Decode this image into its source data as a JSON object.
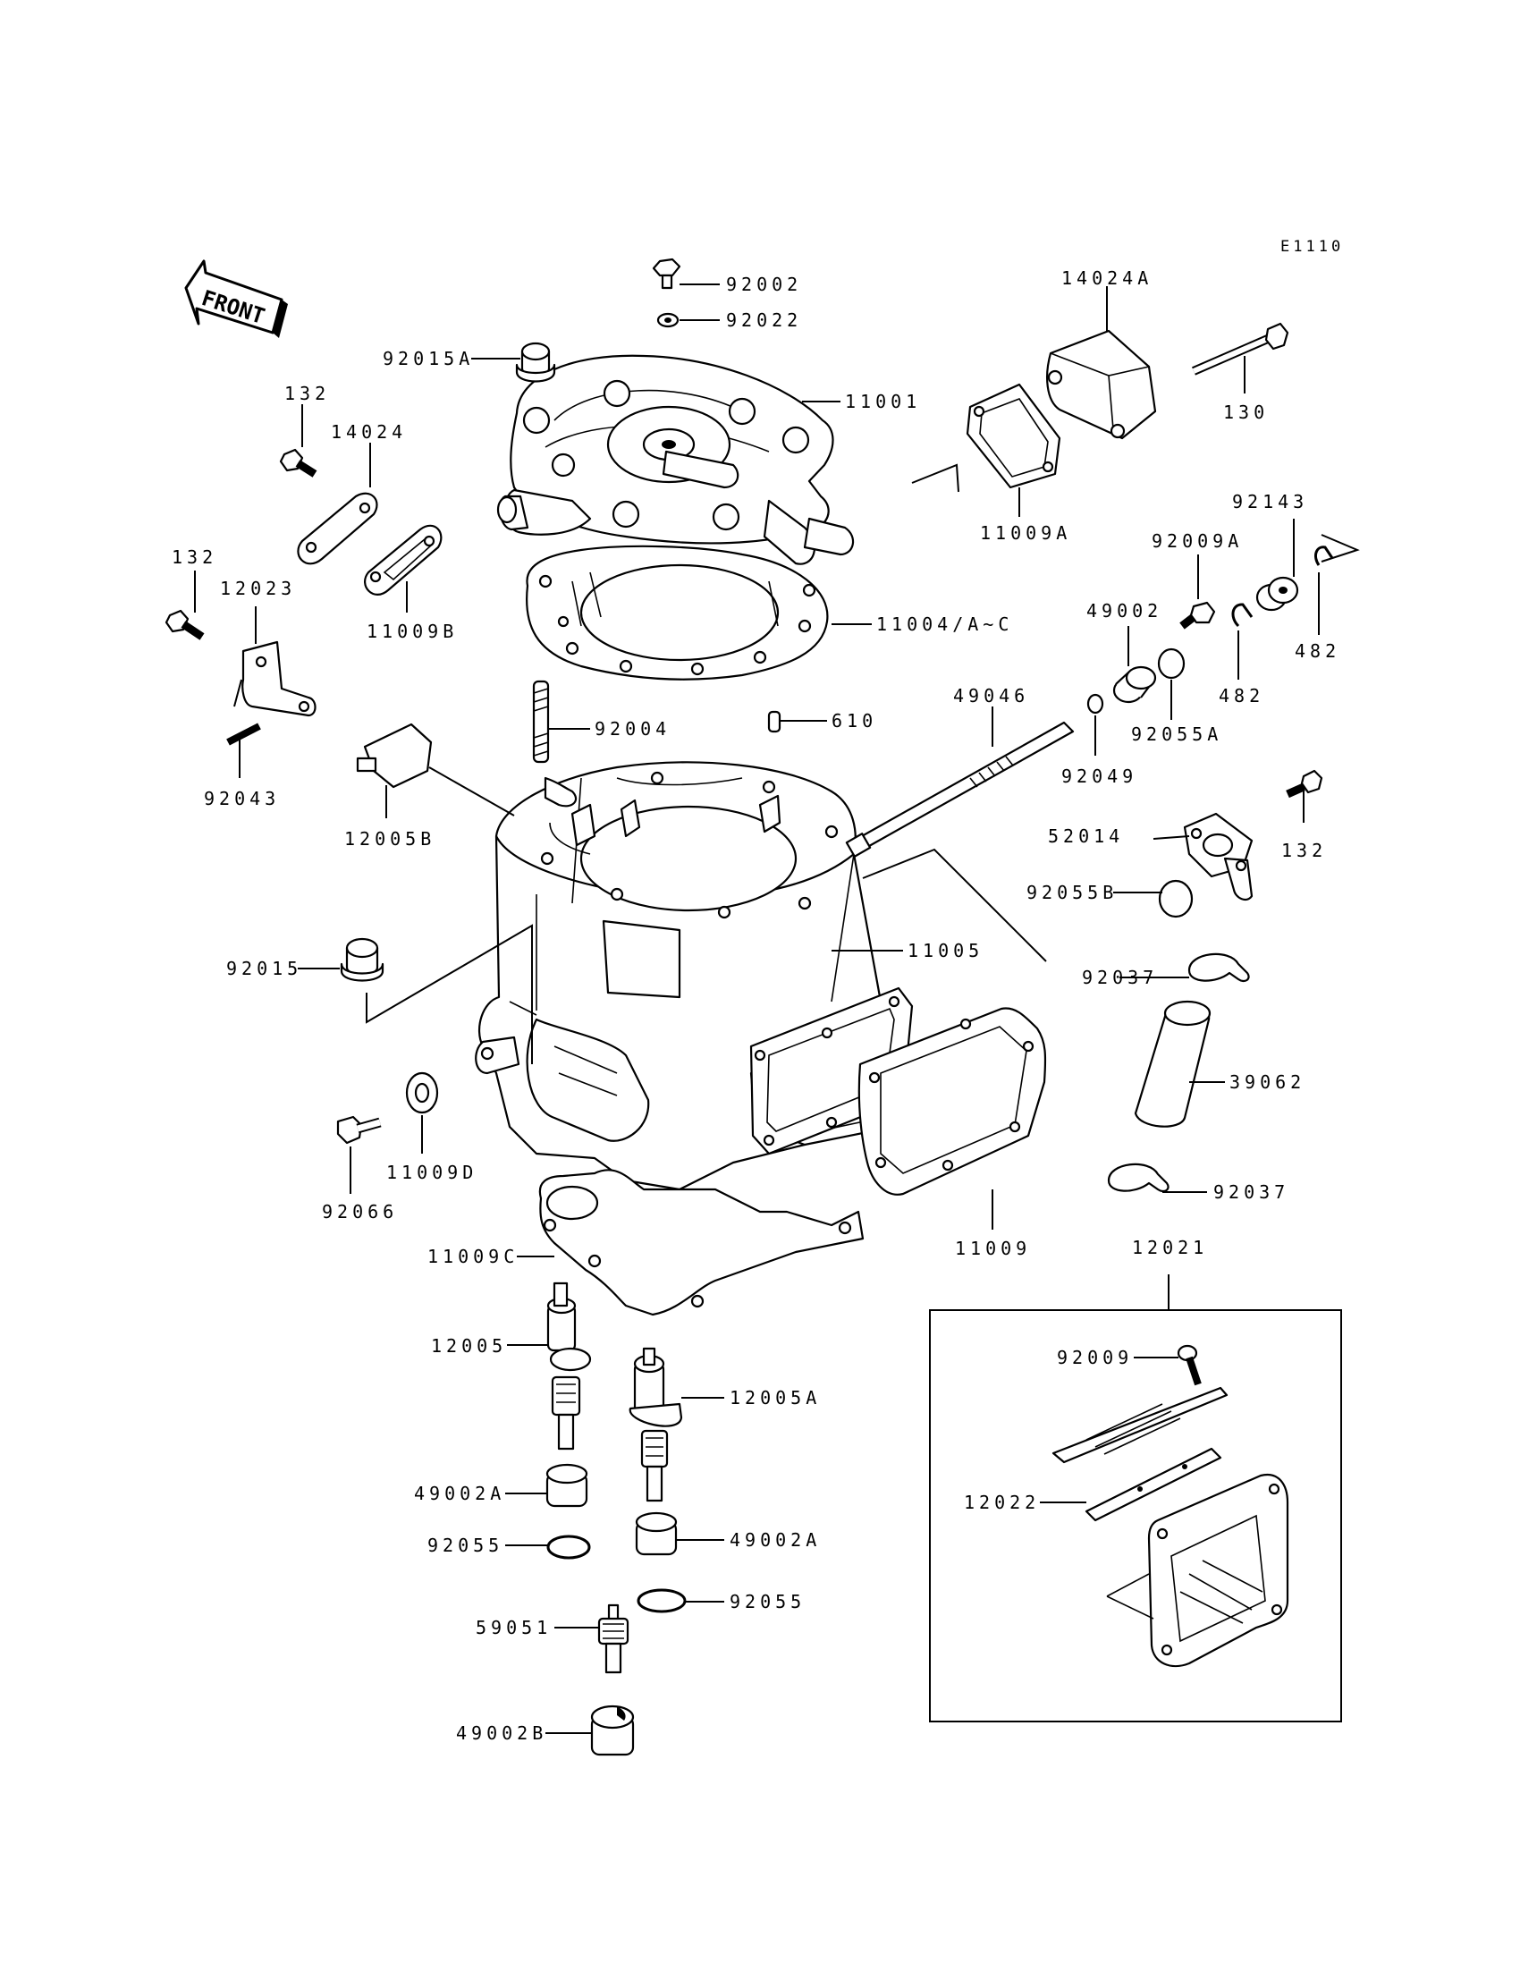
{
  "diagram_code": "E1110",
  "direction_label": "FRONT",
  "labels": {
    "p92002": "92002",
    "p92022": "92022",
    "p92015A": "92015A",
    "p11001": "11001",
    "p14024A": "14024A",
    "p130": "130",
    "p132a": "132",
    "p14024": "14024",
    "p11009A": "11009A",
    "p92143": "92143",
    "p92009A": "92009A",
    "p132b": "132",
    "p12023": "12023",
    "p11009B": "11009B",
    "p11004": "11004/A~C",
    "p49002": "49002",
    "p482a": "482",
    "p482b": "482",
    "p610": "610",
    "p49046": "49046",
    "p92055A": "92055A",
    "p92004": "92004",
    "p92043": "92043",
    "p92049": "92049",
    "p132c": "132",
    "p12005B": "12005B",
    "p52014": "52014",
    "p92055B": "92055B",
    "p11005": "11005",
    "p92015": "92015",
    "p92037a": "92037",
    "p39062": "39062",
    "p11009D": "11009D",
    "p92066": "92066",
    "p92037b": "92037",
    "p11009": "11009",
    "p11009C": "11009C",
    "p12021": "12021",
    "p12005": "12005",
    "p92009": "92009",
    "p12005A": "12005A",
    "p12022": "12022",
    "p49002A_a": "49002A",
    "p92055_a": "92055",
    "p49002A_b": "49002A",
    "p92055_b": "92055",
    "p59051": "59051",
    "p49002B": "49002B"
  }
}
